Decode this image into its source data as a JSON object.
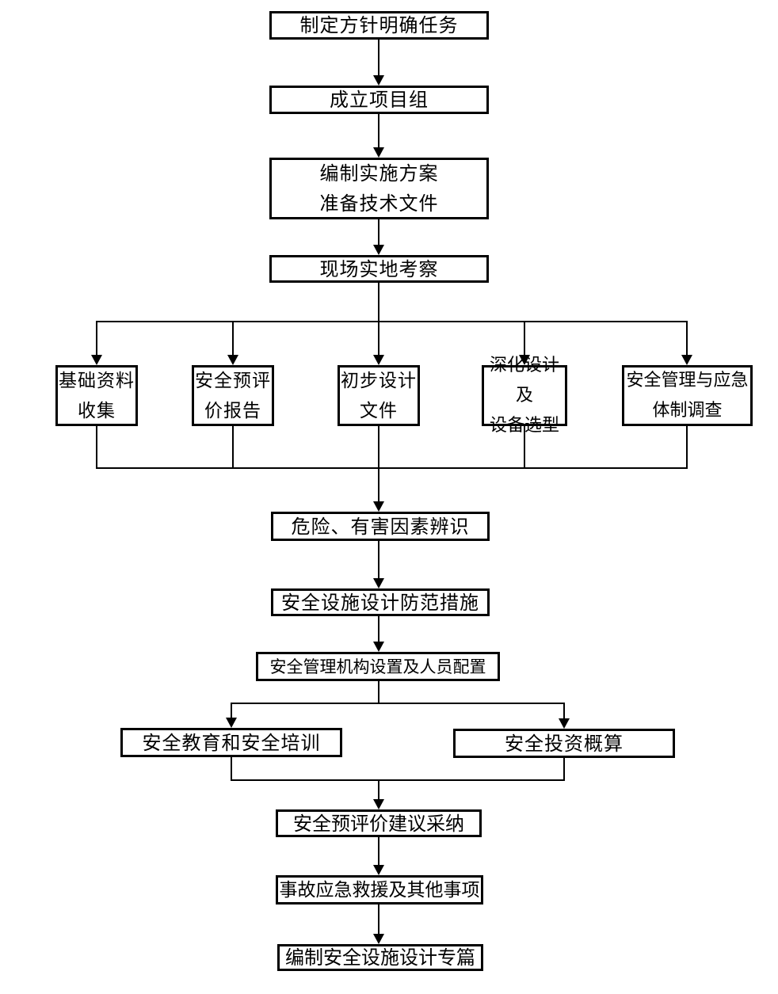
{
  "diagram": {
    "type": "flowchart",
    "colors": {
      "line": "#000000",
      "box_border": "#000000",
      "background": "#ffffff",
      "text": "#000000"
    },
    "nodes": {
      "n1": {
        "label": "制定方针明确任务"
      },
      "n2": {
        "label": "成立项目组"
      },
      "n3": {
        "label": "编制实施方案\n准备技术文件"
      },
      "n4": {
        "label": "现场实地考察"
      },
      "b1": {
        "label": "基础资料\n收集"
      },
      "b2": {
        "label": "安全预评\n价报告"
      },
      "b3": {
        "label": "初步设计\n文件"
      },
      "b4": {
        "label": "深化设计及\n设备选型"
      },
      "b5": {
        "label": "安全管理与应急\n体制调查"
      },
      "n5": {
        "label": "危险、有害因素辨识"
      },
      "n6": {
        "label": "安全设施设计防范措施"
      },
      "n7": {
        "label": "安全管理机构设置及人员配置"
      },
      "n8": {
        "label": "安全教育和安全培训"
      },
      "n9": {
        "label": "安全投资概算"
      },
      "n10": {
        "label": "安全预评价建议采纳"
      },
      "n11": {
        "label": "事故应急救援及其他事项"
      },
      "n12": {
        "label": "编制安全设施设计专篇"
      }
    }
  }
}
